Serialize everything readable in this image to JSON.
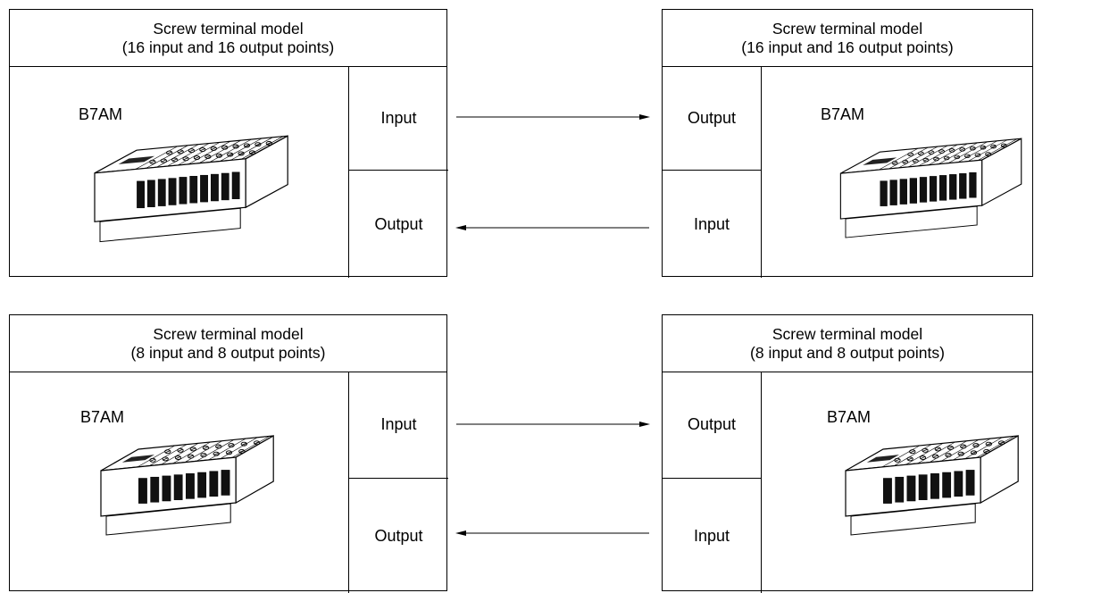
{
  "panels": [
    {
      "title": "Screw terminal model",
      "subtitle": "(16 input and 16 output points)",
      "model": "B7AM",
      "upper_label": "Input",
      "lower_label": "Output"
    },
    {
      "title": "Screw terminal model",
      "subtitle": "(16 input and 16 output points)",
      "model": "B7AM",
      "upper_label": "Output",
      "lower_label": "Input"
    },
    {
      "title": "Screw terminal model",
      "subtitle": "(8 input and 8 output points)",
      "model": "B7AM",
      "upper_label": "Input",
      "lower_label": "Output"
    },
    {
      "title": "Screw terminal model",
      "subtitle": "(8 input and 8 output points)",
      "model": "B7AM",
      "upper_label": "Output",
      "lower_label": "Input"
    }
  ],
  "connections": [
    {
      "from": "panel-1-input",
      "to": "panel-2-output",
      "direction": "right"
    },
    {
      "from": "panel-2-input",
      "to": "panel-1-output",
      "direction": "left"
    },
    {
      "from": "panel-3-input",
      "to": "panel-4-output",
      "direction": "right"
    },
    {
      "from": "panel-4-input",
      "to": "panel-3-output",
      "direction": "left"
    }
  ],
  "icons": [
    "terminal-block-16pt-icon",
    "terminal-block-8pt-icon"
  ]
}
